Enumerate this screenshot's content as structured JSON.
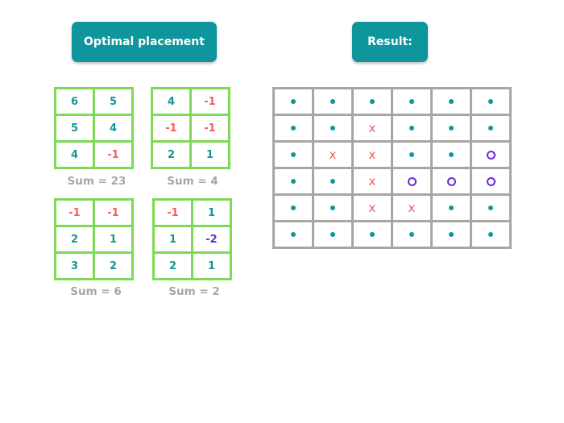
{
  "headers": {
    "optimal": "Optimal placement",
    "result": "Result:"
  },
  "colors": {
    "header_bg": "#0f969c",
    "header_text": "#ffffff",
    "grid_green": "#7ed957",
    "grid_gray": "#a6a6a6",
    "teal": "#0f969c",
    "red": "#f25c5c",
    "purple": "#6a2bd6",
    "sum_text": "#a6a6a6"
  },
  "subgrids": [
    {
      "cells": [
        [
          "6",
          "5"
        ],
        [
          "5",
          "4"
        ],
        [
          "4",
          "-1"
        ]
      ],
      "sum": "Sum = 23"
    },
    {
      "cells": [
        [
          "4",
          "-1"
        ],
        [
          "-1",
          "-1"
        ],
        [
          "2",
          "1"
        ]
      ],
      "sum": "Sum = 4"
    },
    {
      "cells": [
        [
          "-1",
          "-1"
        ],
        [
          "2",
          "1"
        ],
        [
          "3",
          "2"
        ]
      ],
      "sum": "Sum = 6"
    },
    {
      "cells": [
        [
          "-1",
          "1"
        ],
        [
          "1",
          "-2"
        ],
        [
          "2",
          "1"
        ]
      ],
      "sum": "Sum = 2"
    }
  ],
  "result": {
    "legend": {
      "dot": "dot-icon",
      "x": "x",
      "o": "circle-icon"
    },
    "rows": [
      [
        ".",
        ".",
        ".",
        ".",
        ".",
        "."
      ],
      [
        ".",
        ".",
        "x",
        ".",
        ".",
        "."
      ],
      [
        ".",
        "x",
        "x",
        ".",
        ".",
        "o"
      ],
      [
        ".",
        ".",
        "x",
        "o",
        "o",
        "o"
      ],
      [
        ".",
        ".",
        "x",
        "x",
        ".",
        "."
      ],
      [
        ".",
        ".",
        ".",
        ".",
        ".",
        "."
      ]
    ]
  }
}
